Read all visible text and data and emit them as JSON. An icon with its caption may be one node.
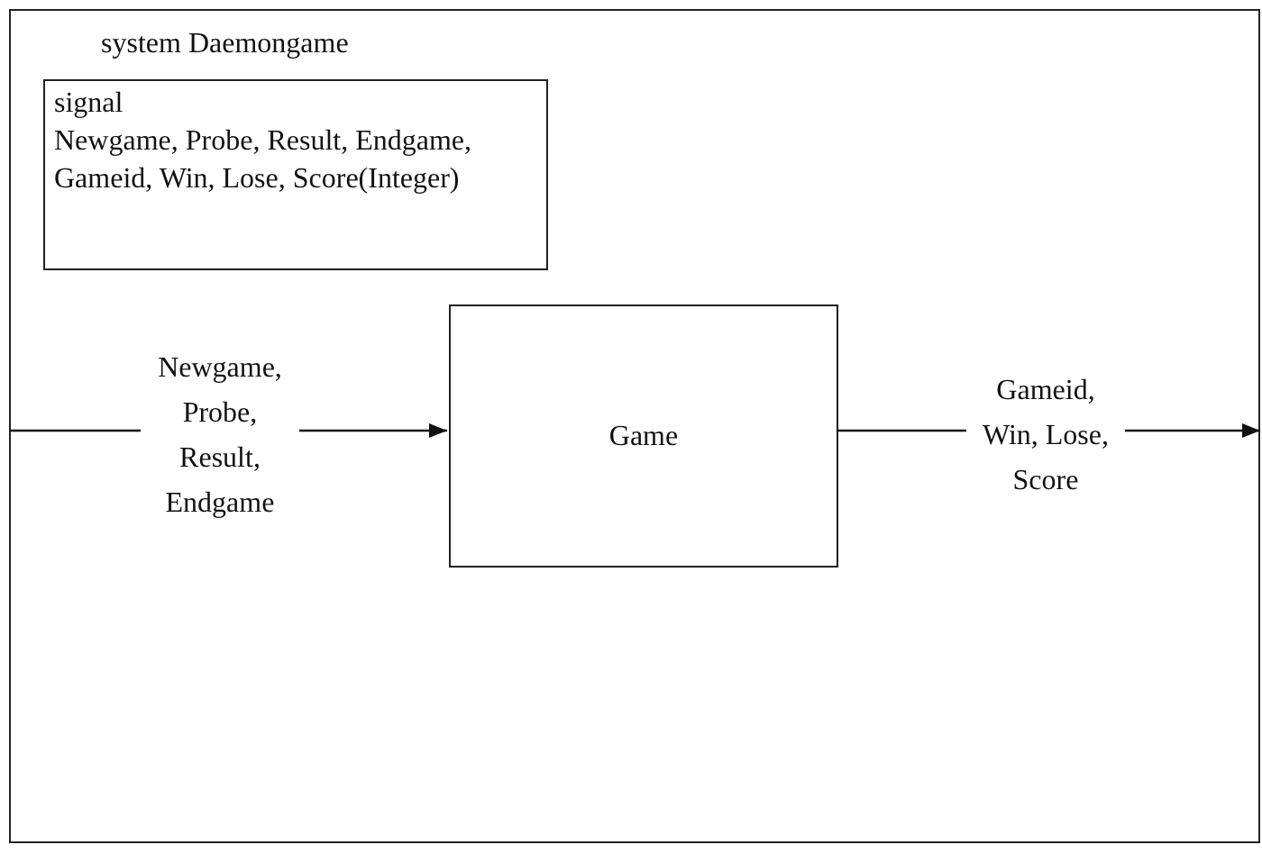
{
  "diagram": {
    "nodes": [
      {
        "text": [
          "system Daemongame"
        ]
      },
      {
        "text": [
          "signal",
          "Newgame, Probe, Result, Endgame, Gameid, Win, Lose, Score(Integer)"
        ],
        "in": 0
      },
      {
        "text": [
          "Game"
        ],
        "in": 0
      }
    ],
    "edges": [
      {
        "from": null,
        "to": 2,
        "arrow": "to",
        "label": "Newgame, Probe, Result, Endgame"
      },
      {
        "from": 2,
        "to": null,
        "arrow": "to",
        "label": "Gameid, Win, Lose, Score"
      }
    ]
  }
}
